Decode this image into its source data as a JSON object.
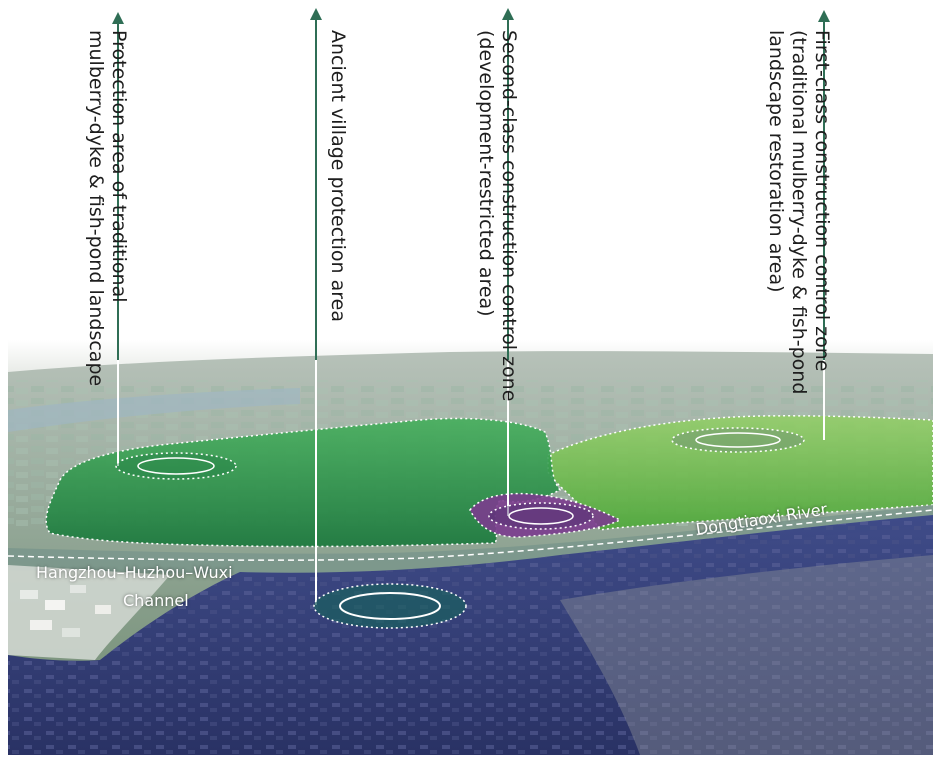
{
  "labels": {
    "protection_area": {
      "line1": "Protection area of traditional",
      "line2": "mulberry-dyke & fish-pond landscape"
    },
    "ancient_village": {
      "line1": "Ancient village protection area"
    },
    "second_class": {
      "line1": "Second-class construction control zone",
      "line2": "(development-restricted area)"
    },
    "first_class": {
      "line1": "First-class construction control zone",
      "line2": "(traditional mulberry-dyke & fish-pond",
      "line3": "landscape restoration area)"
    }
  },
  "water": {
    "river": "Dongtiaoxi River",
    "channel_line1": "Hangzhou–Huzhou–Wuxi",
    "channel_line2": "Channel"
  },
  "colors": {
    "arrow": "#2f6e55",
    "zone_green": "#2e9a4a",
    "zone_light_green": "#6cc04a",
    "zone_purple": "#7b3c8e",
    "zone_navy": "#2c3570",
    "river_band": "#6f8f86"
  }
}
